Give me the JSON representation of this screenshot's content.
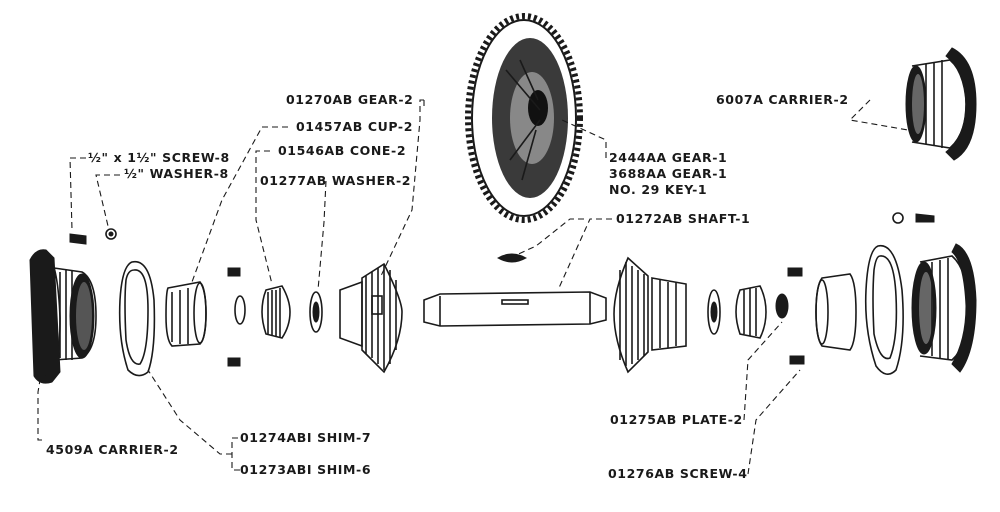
{
  "labels": {
    "gear_2": "01270AB GEAR-2",
    "cup_2": "01457AB CUP-2",
    "screw_8": "½\" x 1½\" SCREW-8",
    "cone_2": "01546AB CONE-2",
    "washer_8": "½\" WASHER-8",
    "washer_2": "01277AB WASHER-2",
    "gear_2444": "2444AA GEAR-1",
    "gear_3688": "3688AA GEAR-1",
    "key_1": "NO. 29 KEY-1",
    "shaft_1": "01272AB SHAFT-1",
    "carrier_6007": "6007A CARRIER-2",
    "carrier_4509": "4509A CARRIER-2",
    "shim_7": "01274ABI SHIM-7",
    "shim_6": "01273ABI SHIM-6",
    "plate_2": "01275AB PLATE-2",
    "screw_4": "01276AB SCREW-4"
  }
}
